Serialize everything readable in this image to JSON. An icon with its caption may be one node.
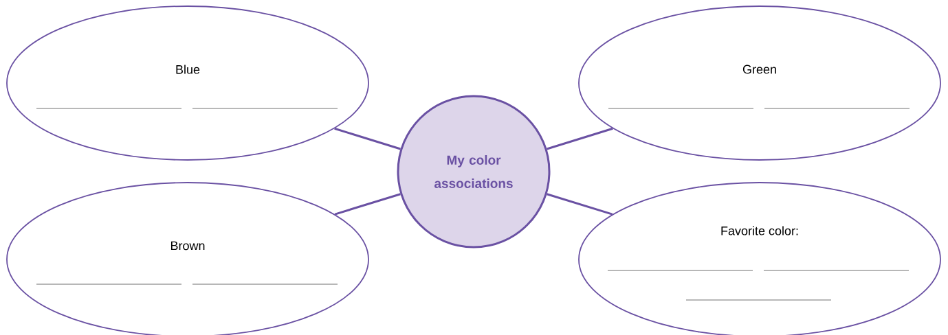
{
  "diagram": {
    "nodes": [
      {
        "text": [
          "My color associations"
        ]
      },
      {
        "text": [
          "Blue"
        ]
      },
      {
        "text": [
          "Green"
        ]
      },
      {
        "text": [
          "Brown"
        ]
      },
      {
        "text": [
          "Favorite color:"
        ]
      }
    ],
    "edges": [
      {
        "from": 0,
        "to": 1,
        "arrow": "none"
      },
      {
        "from": 0,
        "to": 2,
        "arrow": "none"
      },
      {
        "from": 0,
        "to": 3,
        "arrow": "none"
      },
      {
        "from": 0,
        "to": 4,
        "arrow": "none"
      }
    ]
  }
}
